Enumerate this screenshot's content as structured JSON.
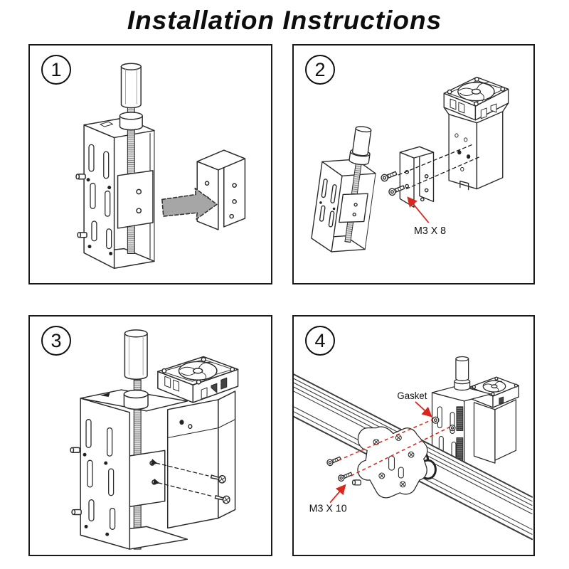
{
  "page": {
    "title": "Installation Instructions",
    "background": "#ffffff"
  },
  "colors": {
    "line": "#2b2b2b",
    "panel_border": "#1a1a1a",
    "annotation_red": "#d8281e",
    "arrow_gray": "#a6a6a6"
  },
  "panels": [
    {
      "number": "1",
      "labels": {}
    },
    {
      "number": "2",
      "labels": {
        "screw_size": "M3 X 8"
      }
    },
    {
      "number": "3",
      "labels": {}
    },
    {
      "number": "4",
      "labels": {
        "gasket": "Gasket",
        "screw_size": "M3 X 10"
      }
    }
  ]
}
